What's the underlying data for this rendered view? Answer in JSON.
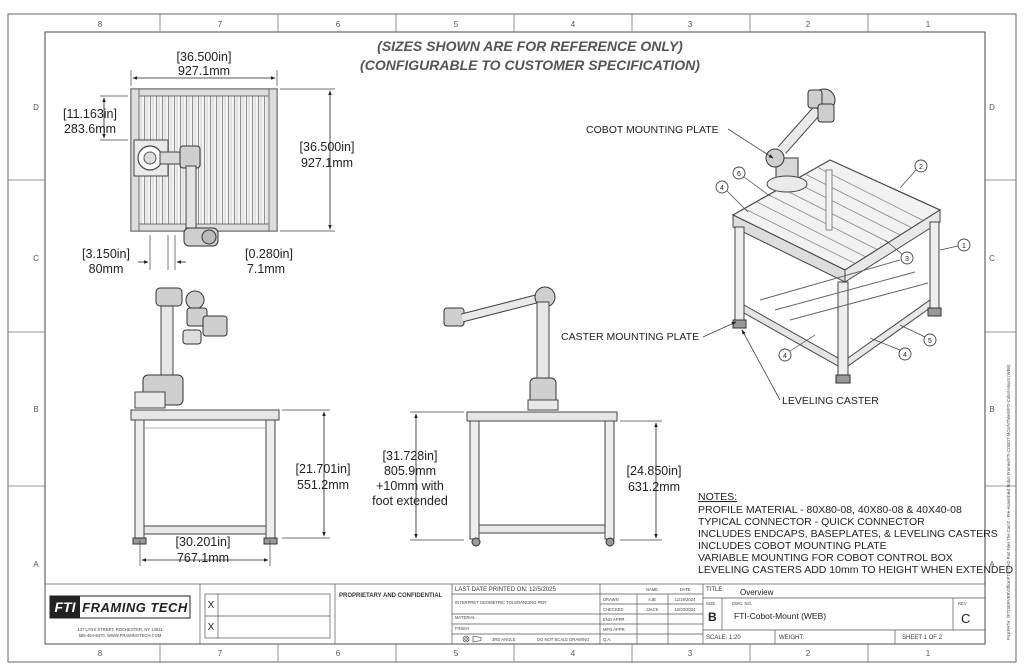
{
  "border": {
    "cols_top": [
      "8",
      "7",
      "6",
      "5",
      "4",
      "3",
      "2",
      "1"
    ],
    "cols_bottom": [
      "8",
      "7",
      "6",
      "5",
      "4",
      "3",
      "2",
      "1"
    ],
    "rows_left": [
      "D",
      "C",
      "B",
      "A"
    ],
    "rows_right": [
      "D",
      "C",
      "B",
      "A"
    ]
  },
  "heading": {
    "line1": "(SIZES SHOWN ARE FOR REFERENCE ONLY)",
    "line2": "(CONFIGURABLE TO CUSTOMER SPECIFICATION)"
  },
  "top_view": {
    "width_in": "[36.500in]",
    "width_mm": "927.1mm",
    "depth_in": "[36.500in]",
    "depth_mm": "927.1mm",
    "plate_in": "[11.163in]",
    "plate_mm": "283.6mm",
    "offset_in": "[3.150in]",
    "offset_mm": "80mm",
    "gap_in": "[0.280in]",
    "gap_mm": "7.1mm"
  },
  "front_view": {
    "height_in": "[21.701in]",
    "height_mm": "551.2mm",
    "width_in": "[30.201in]",
    "width_mm": "767.1mm"
  },
  "side_view": {
    "height_in": "[31.728in]",
    "height_mm": "805.9mm",
    "note1": "+10mm with",
    "note2": "foot extended",
    "total_in": "[24.850in]",
    "total_mm": "631.2mm"
  },
  "iso_labels": {
    "cobot_plate": "COBOT MOUNTING PLATE",
    "caster_plate": "CASTER MOUNTING PLATE",
    "leveling_caster": "LEVELING CASTER",
    "balloons": [
      "1",
      "2",
      "3",
      "4",
      "4",
      "4",
      "5",
      "6"
    ]
  },
  "notes": {
    "title": "NOTES:",
    "lines": [
      "PROFILE MATERIAL - 80X80-08, 40X80-08 & 40X40-08",
      "TYPICAL CONNECTOR - QUICK CONNECTOR",
      "INCLUDES ENDCAPS, BASEPLATES, & LEVELING CASTERS",
      "INCLUDES COBOT MOUNTING PLATE",
      "VARIABLE MOUNTING FOR COBOT CONTROL BOX",
      "LEVELING CASTERS ADD 10mm TO HEIGHT WHEN EXTENDED"
    ]
  },
  "side_text": "FILEPATH: \\\\FTISERVER\\Office\\FTI - CAD Part Files The Can\\2 - Pre-Assembled Robot Frames\\FTI-COBOT-MOUNT\\Web\\FTI-Cobot-Mount (WEB)",
  "title_block": {
    "company": "FRAMING TECH",
    "address1": "137 LYNX STREET, ROCHESTER, NY 14611",
    "address2": "585-464-8470, WWW.FRAMINGTECH.COM",
    "proprietary": "PROPRIETARY AND CONFIDENTIAL",
    "last_printed": "LAST DATE PRINTED ON: 12/5/2025",
    "interpret": "INTERPRET GEOMETRIC TOLERANCING PER:",
    "material": "MATERIAL",
    "finish": "FINISH",
    "third_angle": "3RD ANGLE",
    "do_not_scale": "DO NOT SCALE DRAWING",
    "col_name": "NAME",
    "col_date": "DATE",
    "drawn": "DRAWN",
    "drawn_name": "AJB",
    "drawn_date": "11/19/2024",
    "checked": "CHECKED",
    "checked_name": "JJACK",
    "checked_date": "12/03/2024",
    "eng": "ENG APPR.",
    "mfg": "MFG APPR.",
    "qa": "Q.A.",
    "title_label": "TITLE:",
    "title_value": "Overview",
    "size_label": "SIZE",
    "size_value": "B",
    "dwg_label": "DWG. NO.",
    "dwg_value": "FTI-Cobot-Mount (WEB)",
    "rev_label": "REV",
    "rev_value": "C",
    "scale": "SCALE: 1:20",
    "weight": "WEIGHT:",
    "sheet": "SHEET 1 OF 2"
  }
}
